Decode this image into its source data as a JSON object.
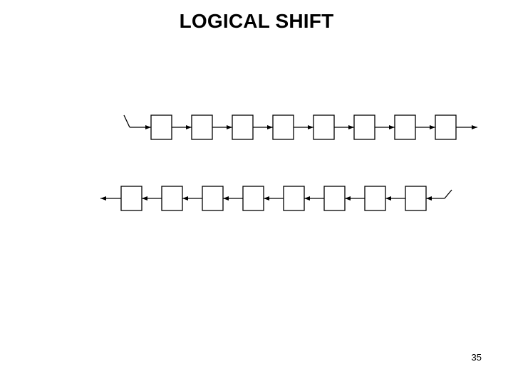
{
  "slide": {
    "title": "LOGICAL SHIFT",
    "page_number": "35"
  },
  "diagram": {
    "rows": [
      {
        "direction": "right",
        "cells": 8
      },
      {
        "direction": "left",
        "cells": 8
      }
    ]
  }
}
